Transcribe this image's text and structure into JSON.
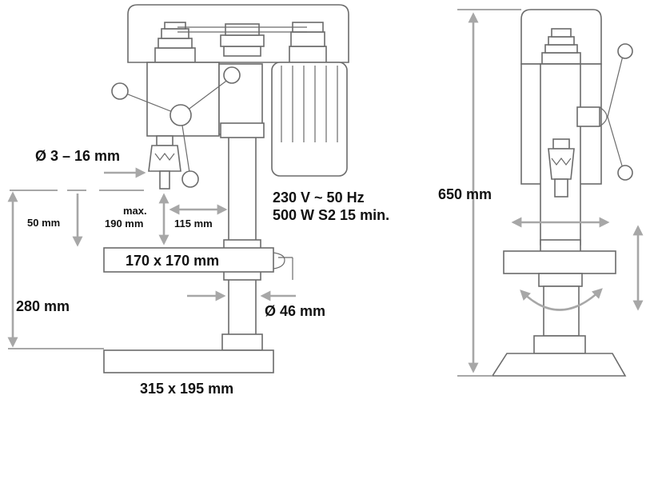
{
  "labels": {
    "chuck_range": "Ø 3 – 16 mm",
    "stroke": "50 mm",
    "max_label": "max.",
    "max_distance": "190 mm",
    "throat": "115 mm",
    "voltage": "230 V ~ 50 Hz",
    "power": "500 W S2 15 min.",
    "table_size": "170 x 170 mm",
    "column_dia": "Ø 46 mm",
    "max_height": "280 mm",
    "base_size": "315 x 195 mm",
    "total_height": "650 mm"
  },
  "colors": {
    "outline": "#6b6b6b",
    "arrow": "#a7a7a7",
    "text": "#111111"
  }
}
